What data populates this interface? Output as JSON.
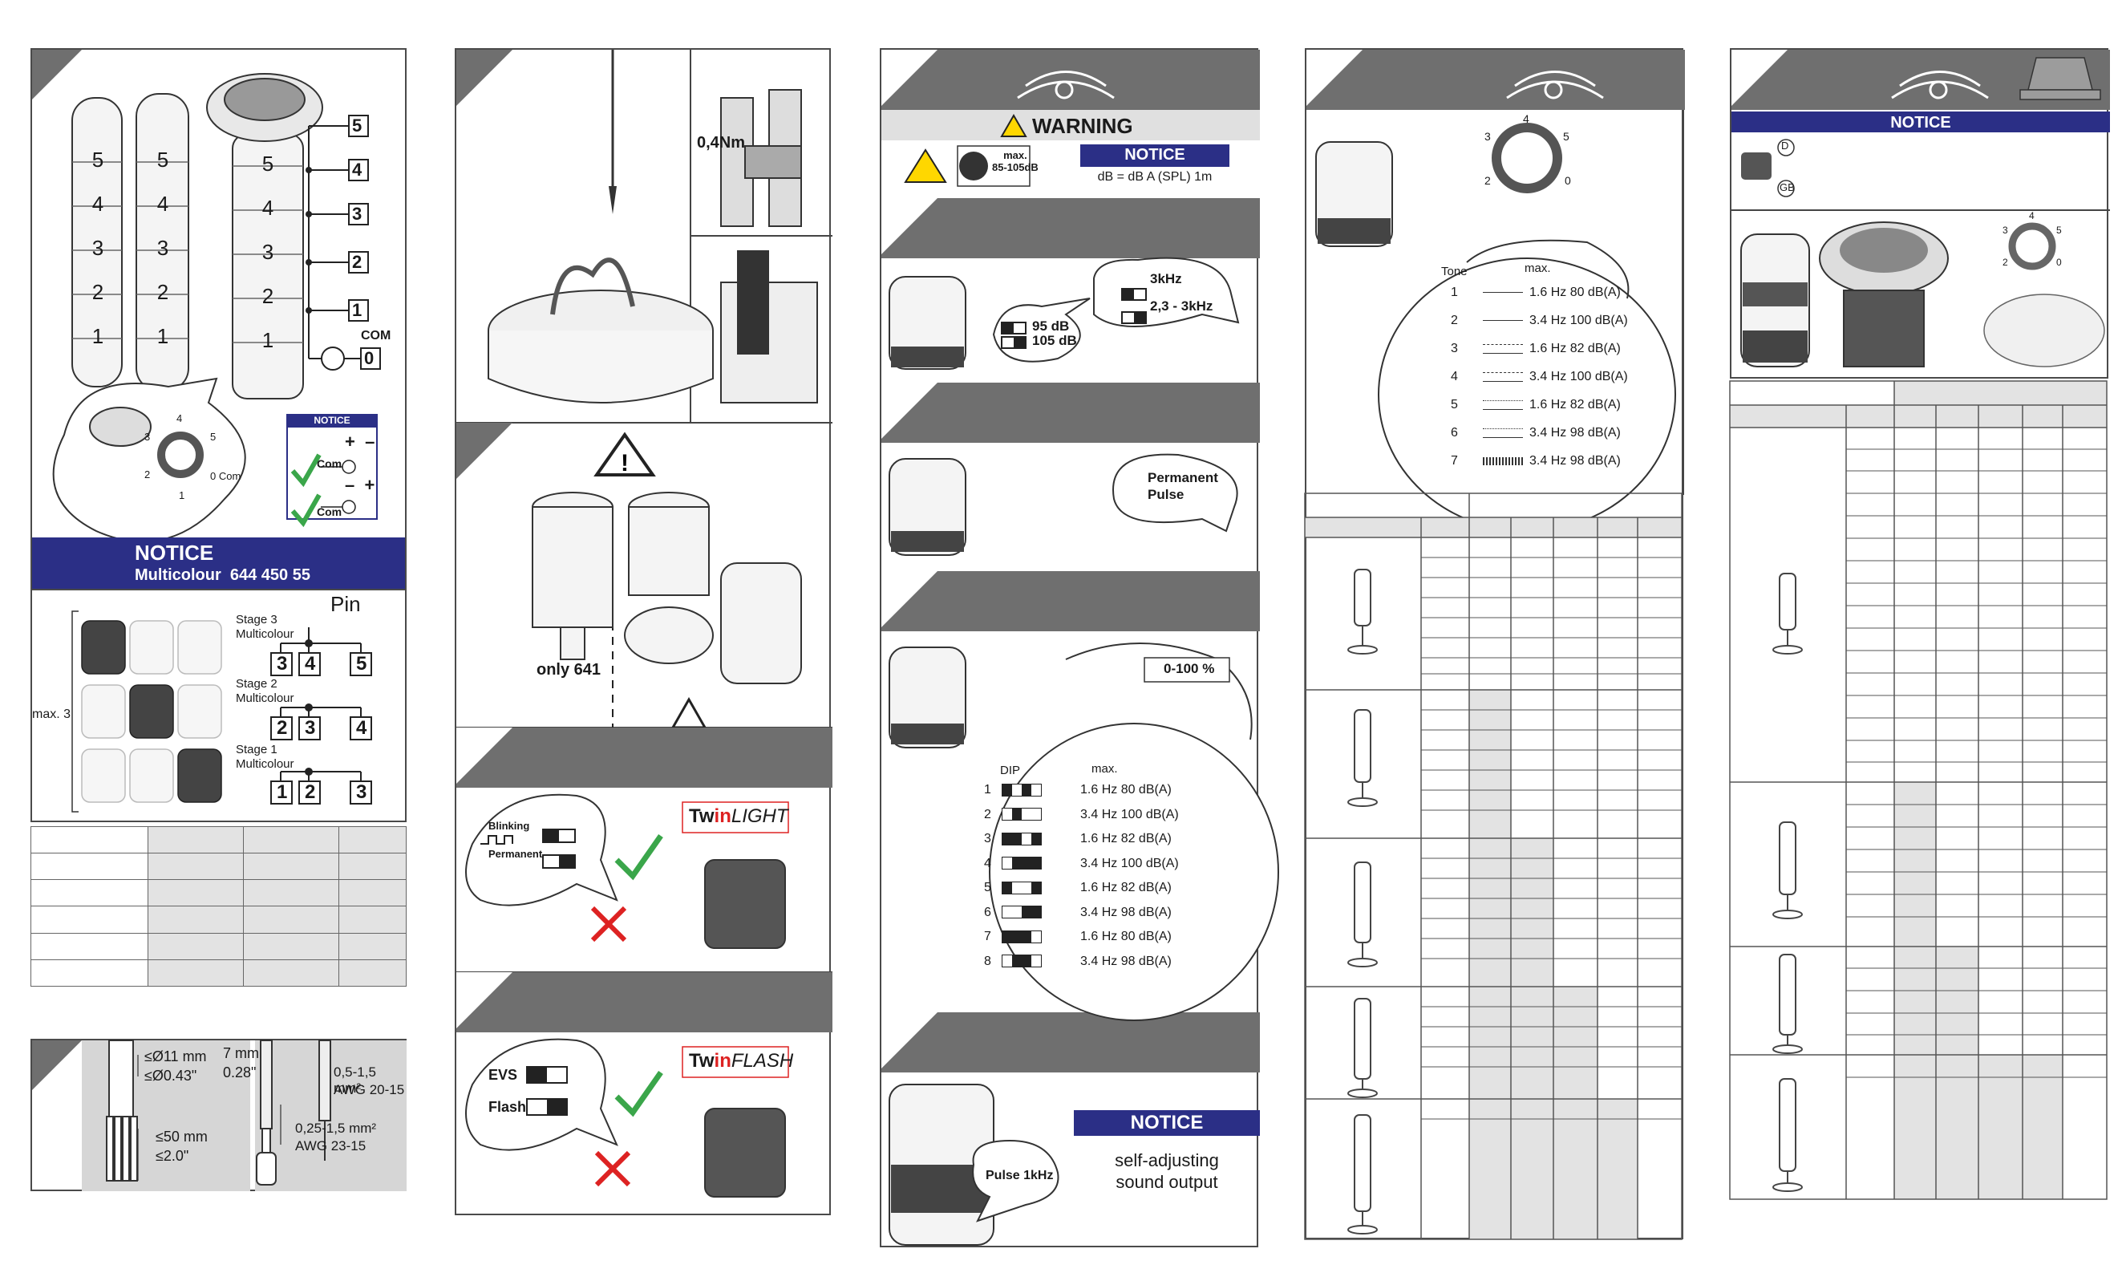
{
  "p1": {
    "stack_labels": [
      "5",
      "4",
      "3",
      "2",
      "1"
    ],
    "pin_labels": [
      "5",
      "4",
      "3",
      "2",
      "1"
    ],
    "com_label": "COM",
    "com_pin": "0",
    "dial_labels": [
      "4",
      "3",
      "5",
      "2",
      "0 Com",
      "1"
    ],
    "notice_small": "NOTICE",
    "com_small": "Com",
    "notice_bar": "NOTICE",
    "notice_sub": "Multicolour  644 450 55",
    "pin_title": "Pin",
    "max_label": "max. 3",
    "stages": [
      {
        "title": "Stage 3",
        "sub": "Multicolour",
        "pins": [
          "3",
          "4",
          "5"
        ]
      },
      {
        "title": "Stage 2",
        "sub": "Multicolour",
        "pins": [
          "2",
          "3",
          "4"
        ]
      },
      {
        "title": "Stage 1",
        "sub": "Multicolour",
        "pins": [
          "1",
          "2",
          "3"
        ]
      }
    ]
  },
  "p1b": {
    "dia1": "≤Ø11 mm",
    "dia2": "≤Ø0.43\"",
    "len1": "≤50 mm",
    "len2": "≤2.0\"",
    "strip1": "7 mm",
    "strip2": "0.28\"",
    "wire1a": "0,5-1,5 mm²",
    "wire1b": "AWG 20-15",
    "wire2a": "0,25-1,5 mm²",
    "wire2b": "AWG 23-15"
  },
  "p2": {
    "torque": "0,4Nm",
    "only": "only 641",
    "blinking": "Blinking",
    "permanent": "Permanent",
    "twinlight_a": "Tw",
    "twinlight_b": "in",
    "twinlight_c": "LIGHT",
    "evs": "EVS",
    "flash": "Flash",
    "twinflash_a": "Tw",
    "twinflash_b": "in",
    "twinflash_c": "FLASH"
  },
  "p3": {
    "warning": "WARNING",
    "max_a": "max.",
    "max_b": "85-105dB",
    "notice": "NOTICE",
    "dba": "dB = dB A (SPL) 1m",
    "khz3": "3kHz",
    "khz23": "2,3 - 3kHz",
    "db95": "95 dB",
    "db105": "105 dB",
    "permanent": "Permanent",
    "pulse": "Pulse",
    "pct": "0-100 %",
    "dip": "DIP",
    "max": "max.",
    "dip_rows": [
      {
        "n": "1",
        "v": "1.6 Hz  80 dB(A)"
      },
      {
        "n": "2",
        "v": "3.4 Hz 100 dB(A)"
      },
      {
        "n": "3",
        "v": "1.6 Hz 82 dB(A)"
      },
      {
        "n": "4",
        "v": "3.4 Hz 100 dB(A)"
      },
      {
        "n": "5",
        "v": "1.6 Hz 82 dB(A)"
      },
      {
        "n": "6",
        "v": "3.4 Hz 98 dB(A)"
      },
      {
        "n": "7",
        "v": "1.6 Hz 80 dB(A)"
      },
      {
        "n": "8",
        "v": "3.4 Hz 98 dB(A)"
      }
    ],
    "pulse1k": "Pulse 1kHz",
    "notice2": "NOTICE",
    "self1": "self-adjusting",
    "self2": "sound output"
  },
  "p4": {
    "dial": [
      "4",
      "3",
      "5",
      "2",
      "0"
    ],
    "tone": "Tone",
    "max": "max.",
    "rows": [
      {
        "n": "1",
        "v": "1.6 Hz  80 dB(A)"
      },
      {
        "n": "2",
        "v": "3.4 Hz 100 dB(A)"
      },
      {
        "n": "3",
        "v": "1.6 Hz 82 dB(A)"
      },
      {
        "n": "4",
        "v": "3.4 Hz 100 dB(A)"
      },
      {
        "n": "5",
        "v": "1.6 Hz 82 dB(A)"
      },
      {
        "n": "6",
        "v": "3.4 Hz 98 dB(A)"
      },
      {
        "n": "7",
        "v": "3.4 Hz 98 dB(A)"
      }
    ]
  },
  "p5": {
    "notice": "NOTICE",
    "lang1": "D",
    "lang2": "GB",
    "dial": [
      "4",
      "3",
      "5",
      "2",
      "0"
    ]
  }
}
